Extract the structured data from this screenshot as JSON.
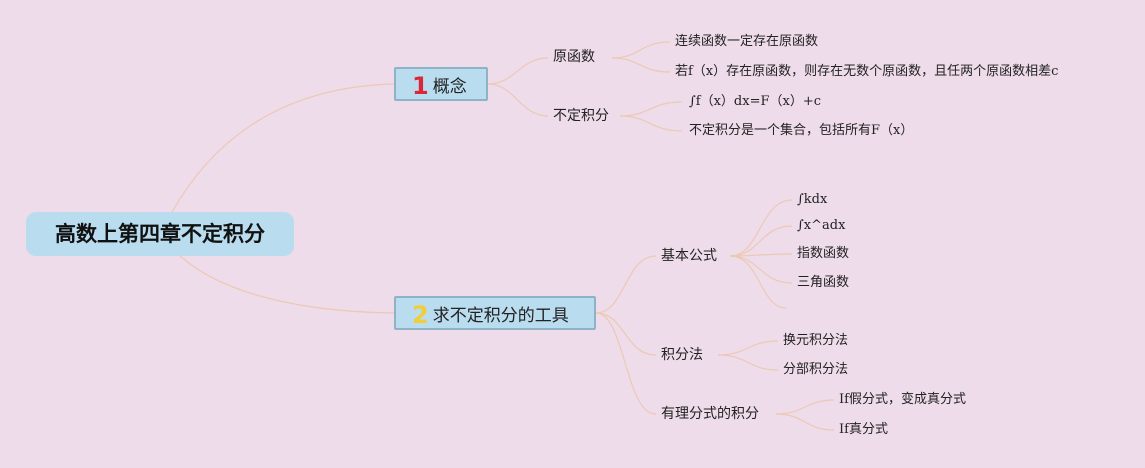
{
  "root": {
    "label": "高数上第四章不定积分"
  },
  "branches": [
    {
      "badge": "1",
      "label": "概念",
      "children": [
        {
          "label": "原函数",
          "children": [
            "连续函数一定存在原函数",
            "若f（x）存在原函数，则存在无数个原函数，且任两个原函数相差c"
          ]
        },
        {
          "label": "不定积分",
          "children": [
            "∫f（x）dx=F（x）+c",
            "不定积分是一个集合，包括所有F（x）"
          ]
        }
      ]
    },
    {
      "badge": "2",
      "label": "求不定积分的工具",
      "children": [
        {
          "label": "基本公式",
          "children": [
            "∫kdx",
            "∫x^adx",
            "指数函数",
            "三角函数"
          ]
        },
        {
          "label": "积分法",
          "children": [
            "换元积分法",
            "分部积分法"
          ]
        },
        {
          "label": "有理分式的积分",
          "children": [
            "If假分式，变成真分式",
            "If真分式"
          ]
        }
      ]
    }
  ],
  "colors": {
    "background": "#efdcea",
    "node_fill": "#b9dcef",
    "connector": "#ebc9b4",
    "badge_1": "#d8283a",
    "badge_2": "#f2cd35"
  }
}
